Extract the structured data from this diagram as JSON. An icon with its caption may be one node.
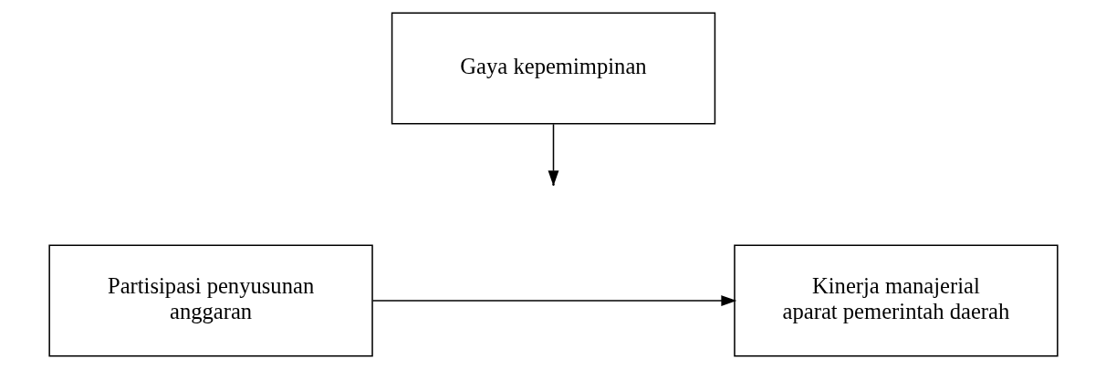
{
  "diagram": {
    "nodes": [
      {
        "text": [
          "Gaya kepemimpinan"
        ]
      },
      {
        "text": [
          "Partisipasi penyusunan anggaran"
        ]
      },
      {
        "text": [
          "Kinerja manajerial aparat pemerintah daerah"
        ]
      }
    ],
    "edges": [
      {
        "from": 1,
        "to": 2,
        "arrow": "to"
      },
      {
        "from": 0,
        "to": null,
        "arrow": "to"
      }
    ]
  }
}
